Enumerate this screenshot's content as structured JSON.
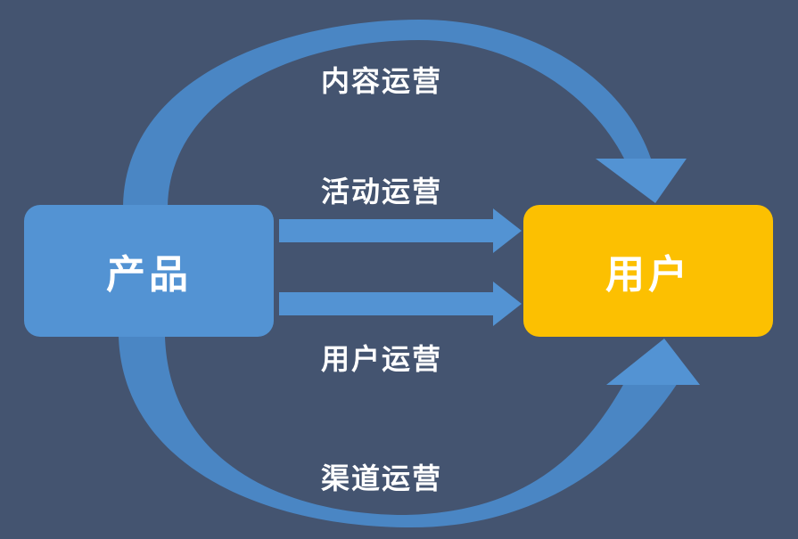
{
  "diagram": {
    "background_color": "#445470",
    "arrow_color": "#5393d3",
    "nodes": {
      "product": {
        "label": "产品",
        "color": "#5393d3"
      },
      "user": {
        "label": "用户",
        "color": "#fcc001"
      }
    },
    "arrows": [
      {
        "id": "content",
        "label": "内容运营",
        "from": "产品",
        "to": "用户",
        "shape": "curved-top"
      },
      {
        "id": "activity",
        "label": "活动运营",
        "from": "产品",
        "to": "用户",
        "shape": "straight"
      },
      {
        "id": "user_op",
        "label": "用户运营",
        "from": "产品",
        "to": "用户",
        "shape": "straight"
      },
      {
        "id": "channel",
        "label": "渠道运营",
        "from": "产品",
        "to": "用户",
        "shape": "curved-bottom"
      }
    ]
  }
}
